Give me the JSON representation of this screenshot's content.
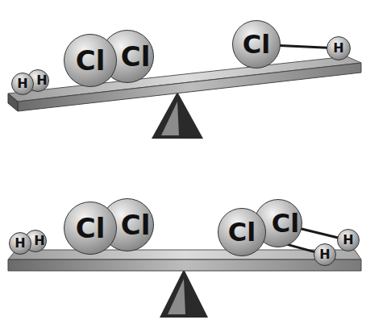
{
  "diagram": {
    "nodes": [
      {
        "text": [
          "H"
        ]
      },
      {
        "text": [
          "H"
        ]
      },
      {
        "text": [
          "Cl"
        ]
      },
      {
        "text": [
          "Cl"
        ]
      },
      {
        "text": [
          "Cl"
        ]
      },
      {
        "text": [
          "H"
        ]
      },
      {
        "text": [
          "H"
        ]
      },
      {
        "text": [
          "H"
        ]
      },
      {
        "text": [
          "Cl"
        ]
      },
      {
        "text": [
          "Cl"
        ]
      },
      {
        "text": [
          "Cl"
        ]
      },
      {
        "text": [
          "Cl"
        ]
      },
      {
        "text": [
          "H"
        ]
      },
      {
        "text": [
          "H"
        ]
      }
    ],
    "edges": [
      {
        "from": 4,
        "to": 5,
        "arrow": "none"
      },
      {
        "from": 10,
        "to": 12,
        "arrow": "none"
      },
      {
        "from": 11,
        "to": 13,
        "arrow": "none"
      }
    ]
  }
}
